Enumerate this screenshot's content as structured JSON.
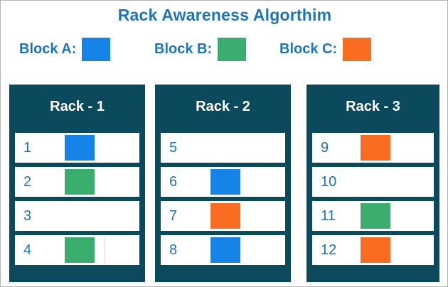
{
  "page": {
    "title": "Rack Awareness Algorthim",
    "title_color": "#1c74bc",
    "background": "#ffffff",
    "border_color": "#b3b3b3"
  },
  "colors": {
    "block_a": "#1683e8",
    "block_b": "#3bad6e",
    "block_c": "#f96d23",
    "rack_body": "#0b4a5c",
    "slot_background": "#ffffff",
    "slot_number": "#1c74bc",
    "rack_title": "#ffffff"
  },
  "legend": {
    "items": [
      {
        "label": "Block A:",
        "color": "#1683e8",
        "key": "A"
      },
      {
        "label": "Block B:",
        "color": "#3bad6e",
        "key": "B"
      },
      {
        "label": "Block C:",
        "color": "#f96d23",
        "key": "C"
      }
    ]
  },
  "racks": [
    {
      "title": "Rack - 1",
      "slots": [
        {
          "number": "1",
          "block": "A",
          "color": "#1683e8",
          "artifact": false
        },
        {
          "number": "2",
          "block": "B",
          "color": "#3bad6e",
          "artifact": false
        },
        {
          "number": "3",
          "block": "",
          "color": "",
          "artifact": false
        },
        {
          "number": "4",
          "block": "B",
          "color": "#3bad6e",
          "artifact": true
        }
      ]
    },
    {
      "title": "Rack - 2",
      "slots": [
        {
          "number": "5",
          "block": "",
          "color": "",
          "artifact": false
        },
        {
          "number": "6",
          "block": "A",
          "color": "#1683e8",
          "artifact": false
        },
        {
          "number": "7",
          "block": "C",
          "color": "#f96d23",
          "artifact": false
        },
        {
          "number": "8",
          "block": "A",
          "color": "#1683e8",
          "artifact": false
        }
      ]
    },
    {
      "title": "Rack - 3",
      "slots": [
        {
          "number": "9",
          "block": "C",
          "color": "#f96d23",
          "artifact": false
        },
        {
          "number": "10",
          "block": "",
          "color": "",
          "artifact": false
        },
        {
          "number": "11",
          "block": "B",
          "color": "#3bad6e",
          "artifact": false
        },
        {
          "number": "12",
          "block": "C",
          "color": "#f96d23",
          "artifact": false
        }
      ]
    }
  ]
}
